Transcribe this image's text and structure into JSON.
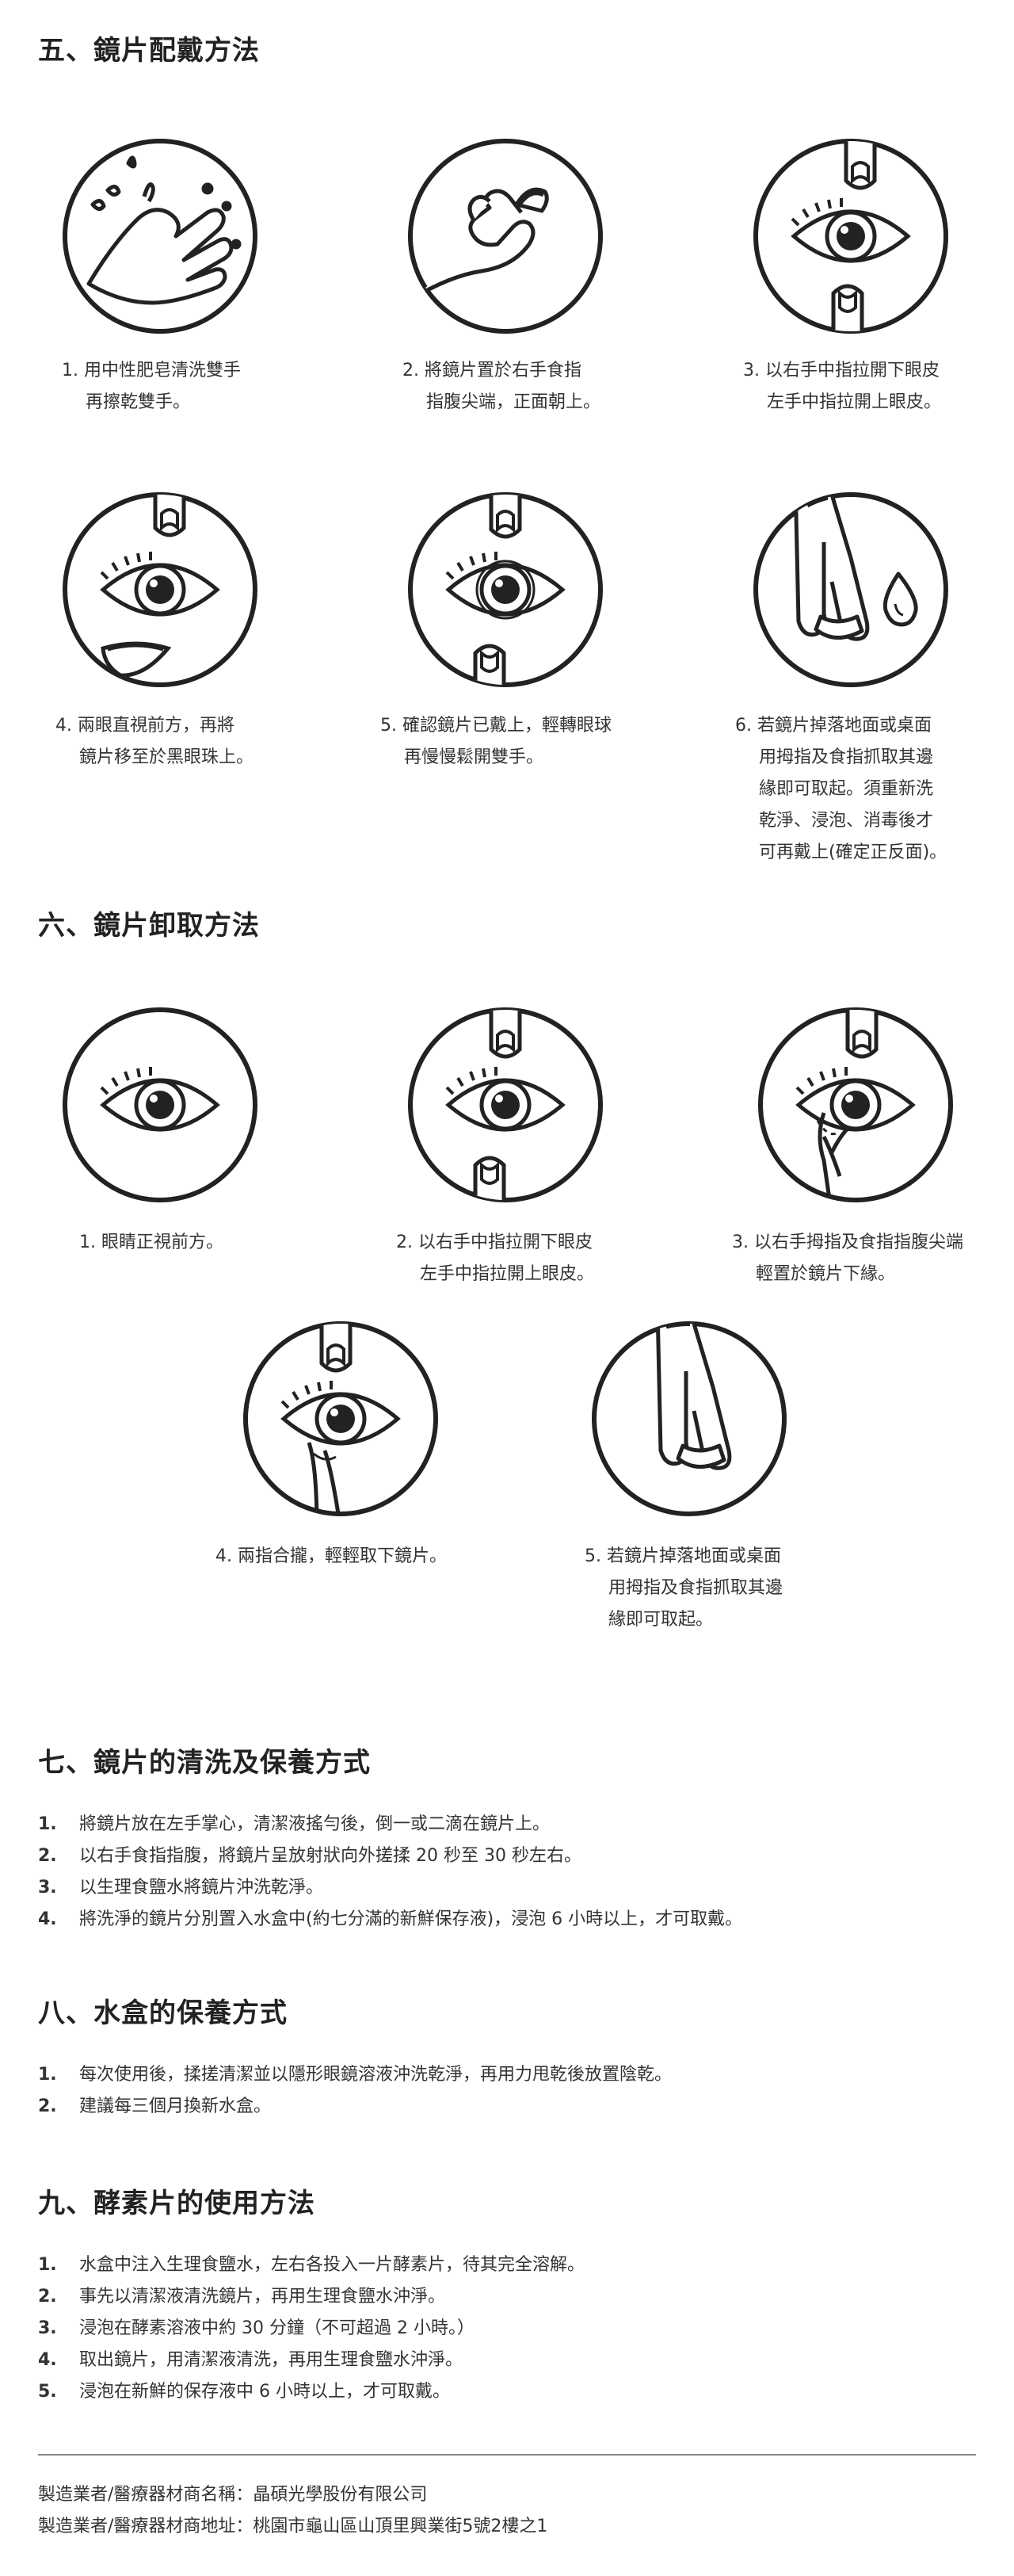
{
  "sec5": {
    "title": "五、鏡片配戴方法",
    "steps": [
      {
        "icon": "hand-washing-icon",
        "lines": [
          "1. 用中性肥皂清洗雙手",
          "再擦乾雙手。"
        ]
      },
      {
        "icon": "lens-on-finger-icon",
        "lines": [
          "2. 將鏡片置於右手食指",
          "指腹尖端，正面朝上。"
        ]
      },
      {
        "icon": "eye-open-fingers-icon",
        "lines": [
          "3. 以右手中指拉開下眼皮",
          "左手中指拉開上眼皮。"
        ]
      },
      {
        "icon": "eye-lens-approach-icon",
        "lines": [
          "4. 兩眼直視前方，再將",
          "鏡片移至於黑眼珠上。"
        ]
      },
      {
        "icon": "eye-lens-fitted-icon",
        "lines": [
          "5. 確認鏡片已戴上，輕轉眼球",
          "再慢慢鬆開雙手。"
        ]
      },
      {
        "icon": "lens-pickup-drop-icon",
        "lines": [
          "6. 若鏡片掉落地面或桌面",
          "用拇指及食指抓取其邊",
          "緣即可取起。須重新洗",
          "乾淨、浸泡、消毒後才",
          "可再戴上(確定正反面)。"
        ]
      }
    ]
  },
  "sec6": {
    "title": "六、鏡片卸取方法",
    "steps": [
      {
        "icon": "eye-look-forward-icon",
        "lines": [
          "1. 眼睛正視前方。"
        ]
      },
      {
        "icon": "eye-open-fingers-icon",
        "lines": [
          "2. 以右手中指拉開下眼皮",
          "左手中指拉開上眼皮。"
        ]
      },
      {
        "icon": "eye-pinch-lens-icon",
        "lines": [
          "3. 以右手拇指及食指指腹尖端",
          "輕置於鏡片下緣。"
        ]
      },
      {
        "icon": "eye-remove-lens-icon",
        "lines": [
          "4. 兩指合攏，輕輕取下鏡片。"
        ]
      },
      {
        "icon": "lens-pickup-icon",
        "lines": [
          "5. 若鏡片掉落地面或桌面",
          "用拇指及食指抓取其邊",
          "緣即可取起。"
        ]
      }
    ]
  },
  "sec7": {
    "title": "七、鏡片的清洗及保養方式",
    "items": [
      {
        "n": "1.",
        "t": "將鏡片放在左手掌心，清潔液搖勻後，倒一或二滴在鏡片上。"
      },
      {
        "n": "2.",
        "t": "以右手食指指腹，將鏡片呈放射狀向外搓揉 20 秒至 30 秒左右。"
      },
      {
        "n": "3.",
        "t": "以生理食鹽水將鏡片沖洗乾淨。"
      },
      {
        "n": "4.",
        "t": "將洗淨的鏡片分別置入水盒中(約七分滿的新鮮保存液)，浸泡 6 小時以上，才可取戴。"
      }
    ]
  },
  "sec8": {
    "title": "八、水盒的保養方式",
    "items": [
      {
        "n": "1.",
        "t": "每次使用後，揉搓清潔並以隱形眼鏡溶液沖洗乾淨，再用力甩乾後放置陰乾。"
      },
      {
        "n": "2.",
        "t": "建議每三個月換新水盒。"
      }
    ]
  },
  "sec9": {
    "title": "九、酵素片的使用方法",
    "items": [
      {
        "n": "1.",
        "t": "水盒中注入生理食鹽水，左右各投入一片酵素片，待其完全溶解。"
      },
      {
        "n": "2.",
        "t": "事先以清潔液清洗鏡片，再用生理食鹽水沖淨。"
      },
      {
        "n": "3.",
        "t": "浸泡在酵素溶液中約 30 分鐘（不可超過 2 小時。）"
      },
      {
        "n": "4.",
        "t": "取出鏡片，用清潔液清洗，再用生理食鹽水沖淨。"
      },
      {
        "n": "5.",
        "t": "浸泡在新鮮的保存液中 6 小時以上，才可取戴。"
      }
    ]
  },
  "footer": {
    "name": "製造業者/醫療器材商名稱：晶碩光學股份有限公司",
    "address": "製造業者/醫療器材商地址：桃園市龜山區山頂里興業街5號2樓之1"
  }
}
